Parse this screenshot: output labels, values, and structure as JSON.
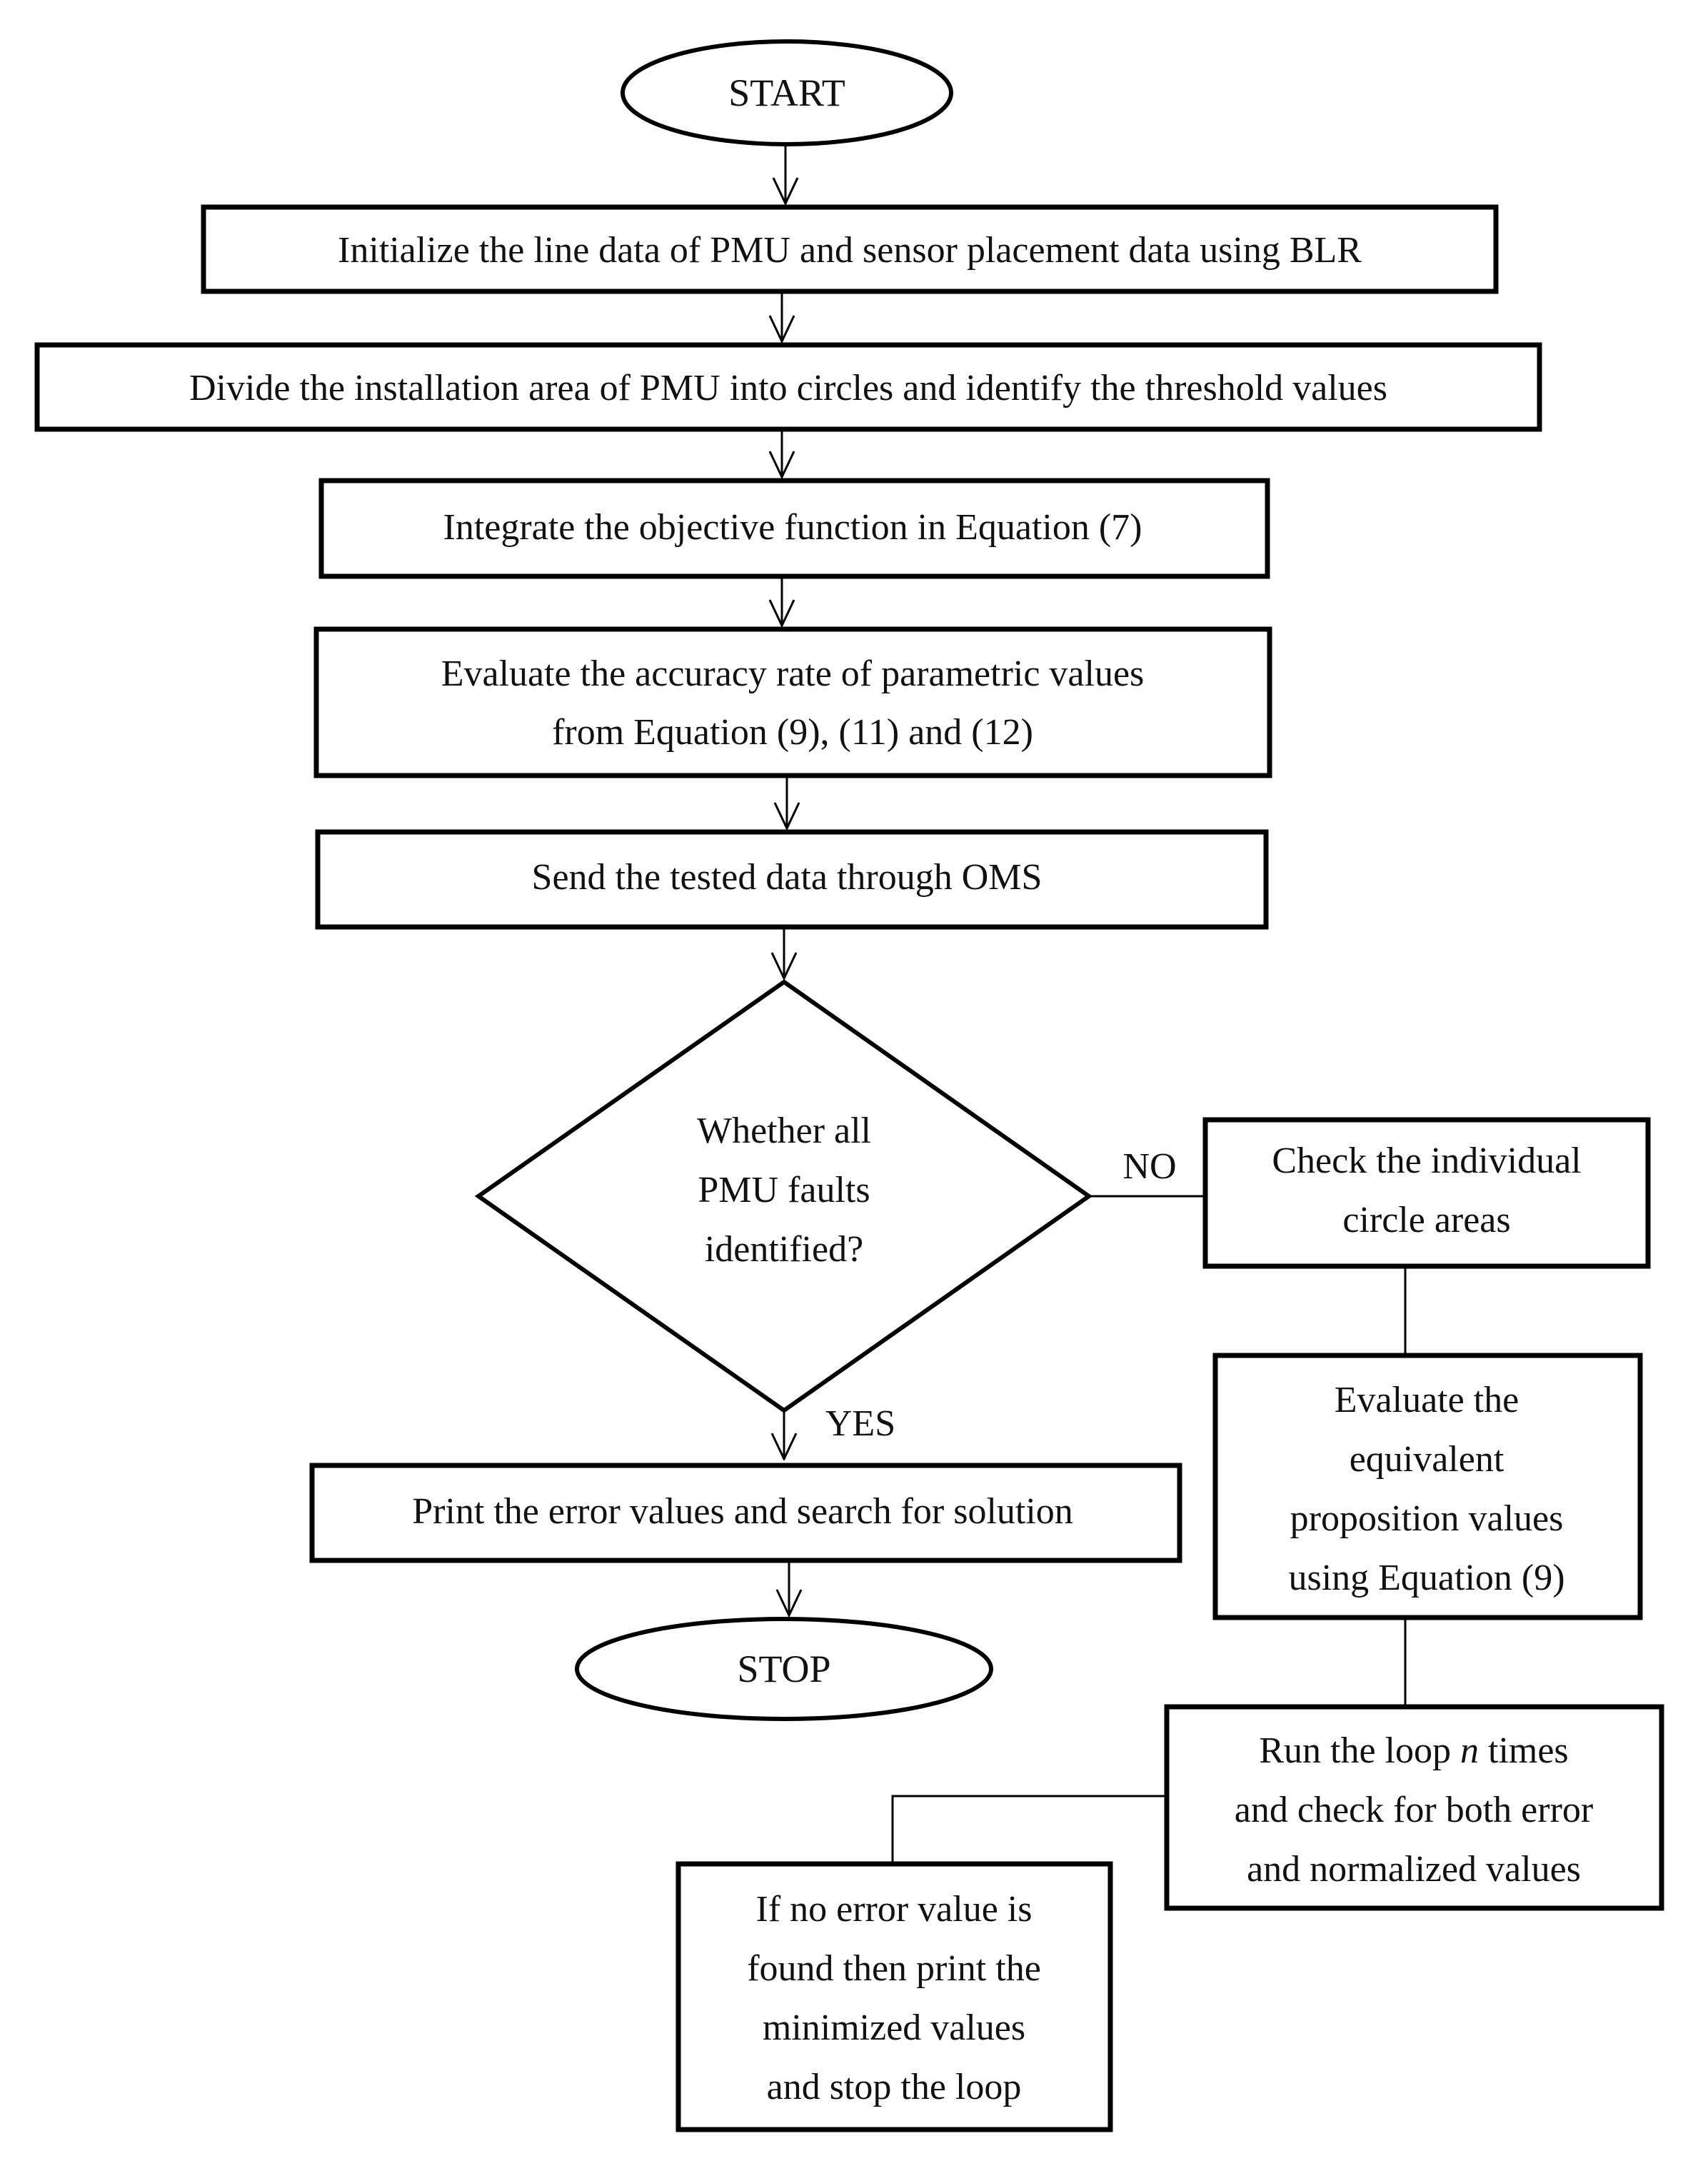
{
  "nodes": {
    "start": "START",
    "init": "Initialize the line data of PMU and sensor placement data using BLR",
    "divide": "Divide the installation area of PMU into circles and identify the threshold values",
    "integrate": "Integrate the objective function in Equation (7)",
    "evaluate_1": "Evaluate the accuracy rate of parametric values",
    "evaluate_2": "from Equation (9), (11) and (12)",
    "send": "Send the tested data through OMS",
    "decision_1": "Whether all",
    "decision_2": "PMU faults",
    "decision_3": "identified?",
    "no_label": "NO",
    "yes_label": "YES",
    "check_1": "Check the individual",
    "check_2": "circle areas",
    "equiv_1": "Evaluate the",
    "equiv_2": "equivalent",
    "equiv_3": "proposition values",
    "equiv_4": "using Equation (9)",
    "run_1_pre": "Run the loop",
    "run_1_var": "n",
    "run_1_post": "times",
    "run_2": "and check for both error",
    "run_3": "and normalized values",
    "noerr_1": "If no error value is",
    "noerr_2": "found then print the",
    "noerr_3": "minimized values",
    "noerr_4": "and stop the loop",
    "print": "Print the error values and search for solution",
    "stop": "STOP"
  }
}
